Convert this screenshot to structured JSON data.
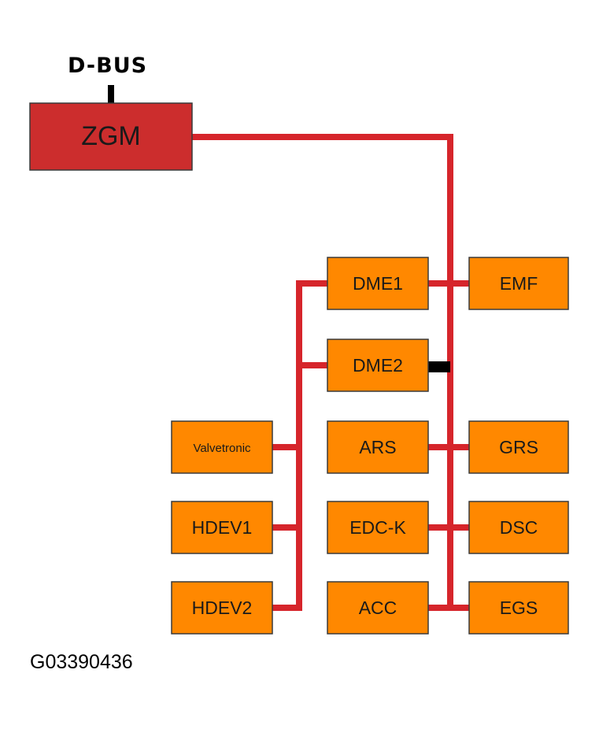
{
  "bus_label": "D-BUS",
  "figure_id": "G03390436",
  "colors": {
    "bus_wire": "#d6252b",
    "gateway_fill": "#cc2d2d",
    "module_fill": "#ff8800",
    "outline": "#3a3a3a",
    "terminator": "#000000"
  },
  "gateway": {
    "label": "ZGM"
  },
  "modules": {
    "dme1": "DME1",
    "dme2": "DME2",
    "emf": "EMF",
    "valvetronic": "Valvetronic",
    "ars": "ARS",
    "grs": "GRS",
    "hdev1": "HDEV1",
    "edck": "EDC-K",
    "dsc": "DSC",
    "hdev2": "HDEV2",
    "acc": "ACC",
    "egs": "EGS"
  }
}
